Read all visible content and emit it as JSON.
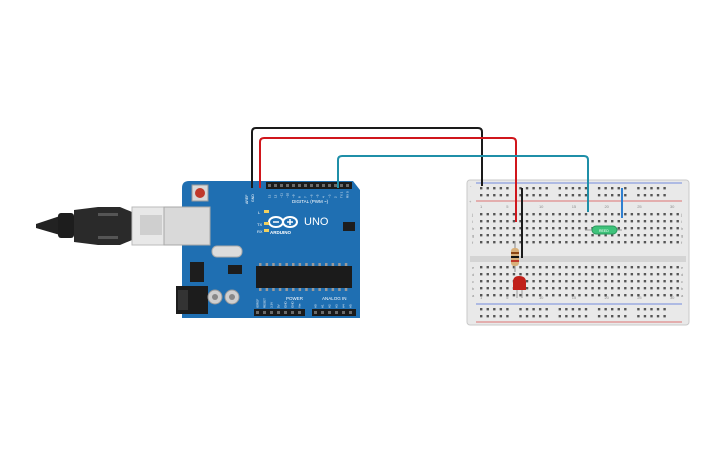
{
  "arduino": {
    "model_label": "UNO",
    "brand_label": "ARDUINO",
    "digital_label": "DIGITAL (PWM ~)",
    "power_label": "POWER",
    "analog_label": "ANALOG IN",
    "aref_label": "AREF",
    "gnd_label": "GND",
    "tx_label": "TX",
    "rx_label": "RX",
    "l_label": "L",
    "digital_pins": [
      "13",
      "12",
      "~11",
      "~10",
      "~9",
      "8",
      "7",
      "~6",
      "~5",
      "4",
      "~3",
      "2",
      "TX 1",
      "RX 0"
    ],
    "power_pins": [
      "IOREF",
      "RESET",
      "3.3V",
      "5V",
      "GND",
      "GND",
      "Vin"
    ],
    "analog_pins": [
      "A0",
      "A1",
      "A2",
      "A3",
      "A4",
      "A5"
    ],
    "board_color": "#1f6fb2"
  },
  "breadboard": {
    "rail_plus": "+",
    "rail_minus": "-",
    "column_numbers": [
      "1",
      "5",
      "10",
      "15",
      "20",
      "25",
      "30"
    ],
    "row_letters_top": [
      "j",
      "i",
      "h",
      "g",
      "f"
    ],
    "row_letters_bottom": [
      "e",
      "d",
      "c",
      "b",
      "a"
    ]
  },
  "components": {
    "reed_switch_label": "REED",
    "led_color": "#c0201a",
    "resistor_color": "#d8b07a"
  },
  "wires": {
    "gnd_color": "#1a1a1a",
    "power_color": "#d0161c",
    "signal_color": "#1f8fa8",
    "jumper_color": "#2f7fd0"
  }
}
